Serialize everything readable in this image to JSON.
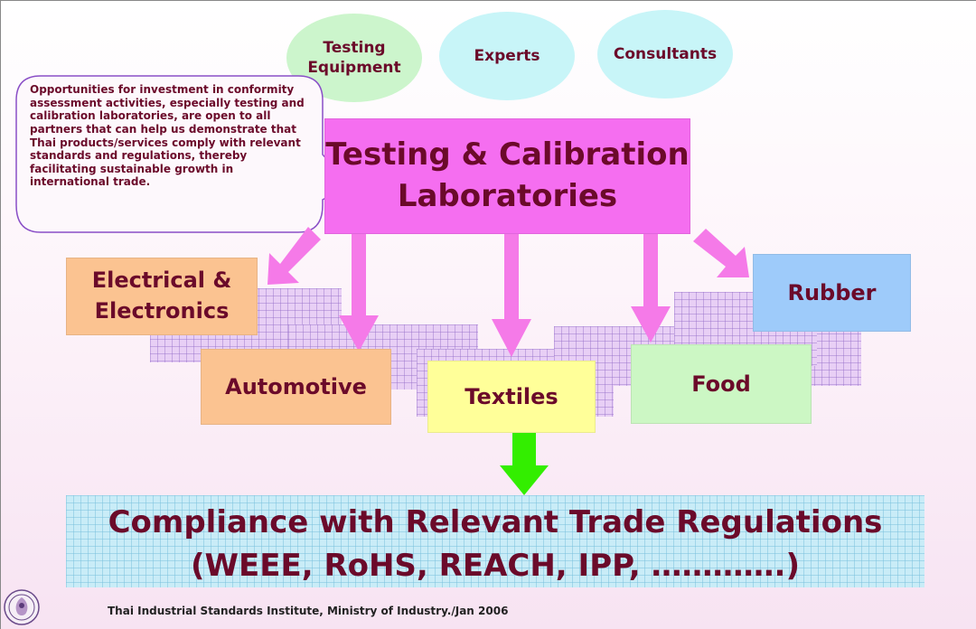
{
  "ovals": {
    "testing_equipment": "Testing\nEquipment",
    "experts": "Experts",
    "consultants": "Consultants"
  },
  "callout": {
    "text": "Opportunities for investment in conformity assessment activities, especially testing and calibration laboratories, are open to all partners that can help us demonstrate that Thai products/services comply with relevant standards and regulations, thereby facilitating sustainable growth in international trade."
  },
  "center": {
    "line1": "Testing & Calibration",
    "line2": "Laboratories"
  },
  "sectors": {
    "electrical_line1": "Electrical &",
    "electrical_line2": "Electronics",
    "automotive": "Automotive",
    "textiles": "Textiles",
    "food": "Food",
    "rubber": "Rubber"
  },
  "compliance": {
    "line1": "Compliance with Relevant Trade Regulations",
    "line2": "(WEEE, RoHS, REACH, IPP, ………….)"
  },
  "footer": {
    "text": "Thai Industrial Standards Institute, Ministry of Industry./Jan 2006"
  },
  "colors": {
    "maroon": "#6b0a2a",
    "magenta": "#f56ef0",
    "arrow_pink": "#f57ae8",
    "arrow_green": "#33ee00",
    "oval_green": "#ccf5cc",
    "oval_cyan": "#c8f5f8",
    "orange": "#fbc391",
    "yellow": "#ffff99",
    "light_green": "#ccf7c4",
    "blue": "#9ecbfa"
  }
}
